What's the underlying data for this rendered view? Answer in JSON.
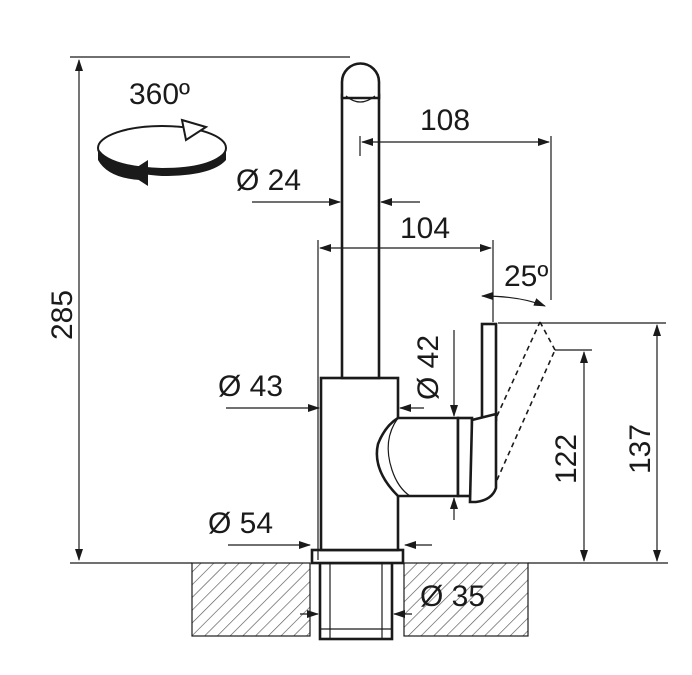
{
  "dimensions": {
    "rotation": "360º",
    "total_height": "285",
    "spout_reach": "108",
    "spout_diameter": "Ø 24",
    "body_to_lever": "104",
    "lever_angle": "25º",
    "lever_diameter": "Ø 42",
    "body_diameter": "Ø 43",
    "lever_height_closed": "122",
    "lever_height_open": "137",
    "base_diameter": "Ø 54",
    "shank_diameter": "Ø 35"
  },
  "colors": {
    "line": "#1a1a1a",
    "hatch": "#555555",
    "background": "#ffffff"
  },
  "icons": {
    "rotation": "rotation-arrow-icon"
  }
}
